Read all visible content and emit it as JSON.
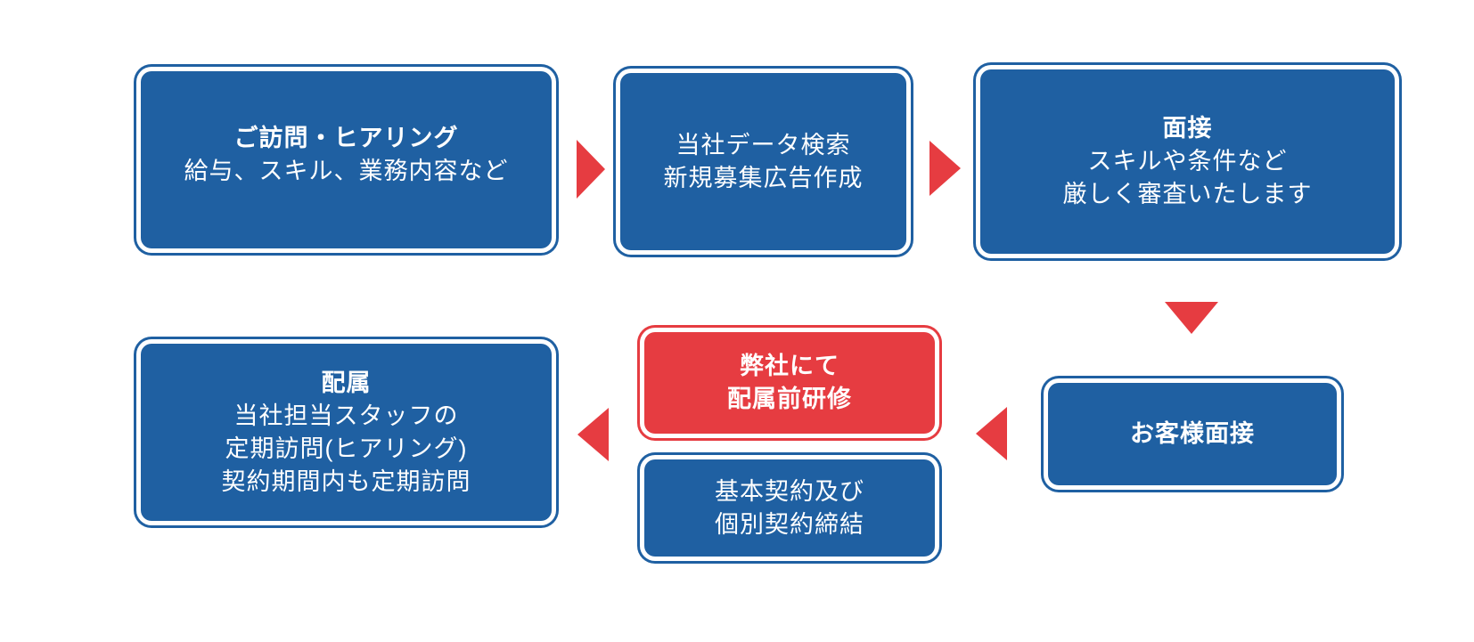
{
  "diagram": {
    "type": "flowchart",
    "background": "#FFFFFF",
    "colors": {
      "box_blue": "#1F60A2",
      "box_red": "#E63C41",
      "arrow_red": "#E63C41",
      "text": "#FFFFFF"
    },
    "boxes": {
      "visit": {
        "title": "ご訪問・ヒアリング",
        "line1": "給与、スキル、業務内容など"
      },
      "search": {
        "line1": "当社データ検索",
        "line2": "新規募集広告作成"
      },
      "interview": {
        "title": "面接",
        "line1": "スキルや条件など",
        "line2": "厳しく審査いたします"
      },
      "customer_interview": {
        "title": "お客様面接"
      },
      "training": {
        "line1": "弊社にて",
        "line2": "配属前研修"
      },
      "contract": {
        "line1": "基本契約及び",
        "line2": "個別契約締結"
      },
      "assignment": {
        "title": "配属",
        "line1": "当社担当スタッフの",
        "line2": "定期訪問(ヒアリング)",
        "line3": "契約期間内も定期訪問"
      }
    },
    "arrows": [
      {
        "id": "arrow-1",
        "direction": "right",
        "from": "visit",
        "to": "search"
      },
      {
        "id": "arrow-2",
        "direction": "right",
        "from": "search",
        "to": "interview"
      },
      {
        "id": "arrow-3",
        "direction": "down",
        "from": "interview",
        "to": "customer_interview"
      },
      {
        "id": "arrow-4",
        "direction": "left",
        "from": "customer_interview",
        "to": "training"
      },
      {
        "id": "arrow-5",
        "direction": "left",
        "from": "training",
        "to": "assignment"
      }
    ]
  }
}
